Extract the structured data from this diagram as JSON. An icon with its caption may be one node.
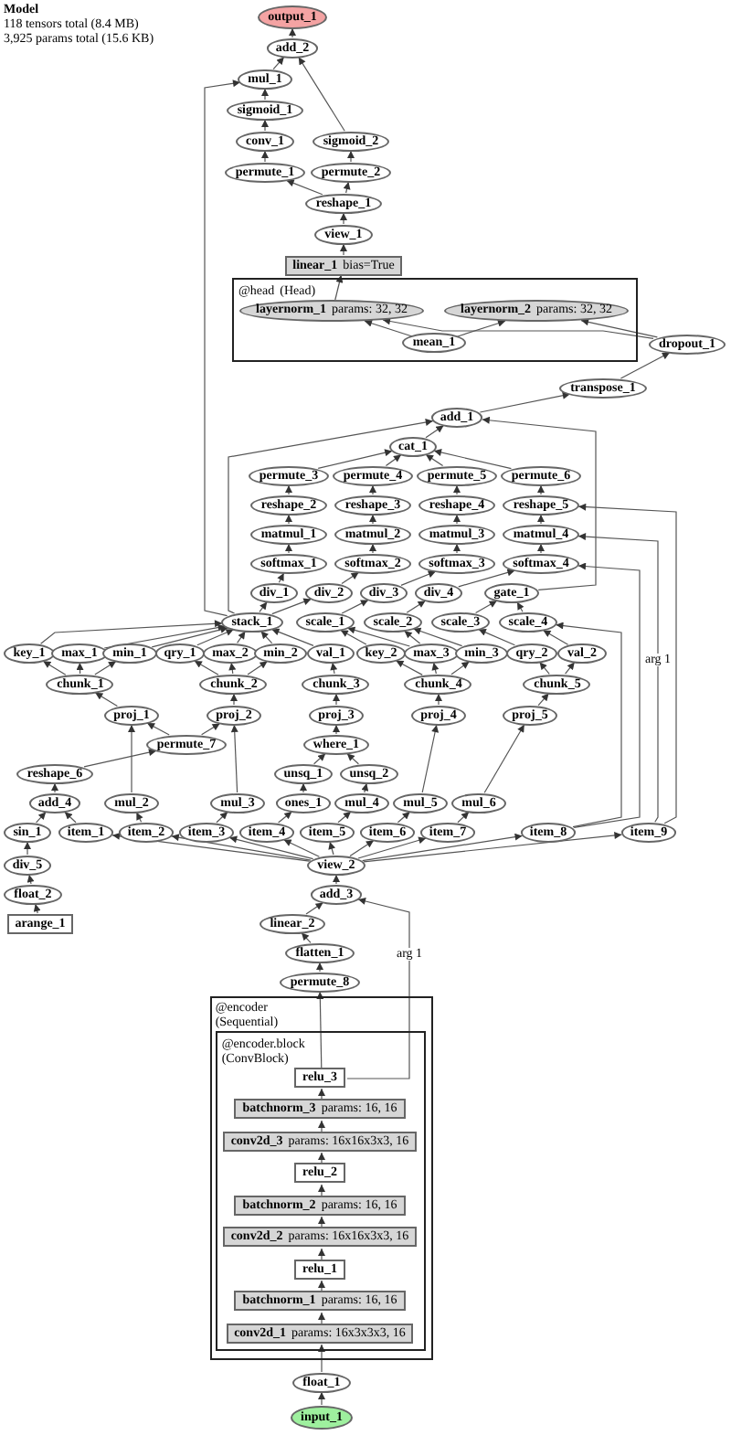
{
  "diagram": {
    "title": "Model",
    "labels": [
      "118 tensors total (8.4 MB)",
      "3,925 params total (15.6 KB)"
    ],
    "nodes": [
      {
        "text": [
          "output_1"
        ]
      },
      {
        "text": [
          "add_2"
        ]
      },
      {
        "text": [
          "mul_1"
        ]
      },
      {
        "text": [
          "sigmoid_1"
        ]
      },
      {
        "text": [
          "conv_1"
        ]
      },
      {
        "text": [
          "permute_1"
        ]
      },
      {
        "text": [
          "sigmoid_2"
        ]
      },
      {
        "text": [
          "permute_2"
        ]
      },
      {
        "text": [
          "reshape_1"
        ]
      },
      {
        "text": [
          "view_1"
        ]
      },
      {
        "text": [
          "linear_1",
          "bias=True"
        ]
      },
      {
        "text": [
          "@head",
          "(Head)"
        ]
      },
      {
        "text": [
          "layernorm_1",
          "params: 32, 32"
        ],
        "in": 11
      },
      {
        "text": [
          "layernorm_2",
          "params: 32, 32"
        ],
        "in": 11
      },
      {
        "text": [
          "mean_1"
        ],
        "in": 11
      },
      {
        "text": [
          "dropout_1"
        ]
      },
      {
        "text": [
          "transpose_1"
        ]
      },
      {
        "text": [
          "add_1"
        ]
      },
      {
        "text": [
          "cat_1"
        ]
      },
      {
        "text": [
          "permute_3"
        ]
      },
      {
        "text": [
          "permute_4"
        ]
      },
      {
        "text": [
          "permute_5"
        ]
      },
      {
        "text": [
          "permute_6"
        ]
      },
      {
        "text": [
          "reshape_2"
        ]
      },
      {
        "text": [
          "reshape_3"
        ]
      },
      {
        "text": [
          "reshape_4"
        ]
      },
      {
        "text": [
          "reshape_5"
        ]
      },
      {
        "text": [
          "matmul_1"
        ]
      },
      {
        "text": [
          "matmul_2"
        ]
      },
      {
        "text": [
          "matmul_3"
        ]
      },
      {
        "text": [
          "matmul_4"
        ]
      },
      {
        "text": [
          "softmax_1"
        ]
      },
      {
        "text": [
          "softmax_2"
        ]
      },
      {
        "text": [
          "softmax_3"
        ]
      },
      {
        "text": [
          "softmax_4"
        ]
      },
      {
        "text": [
          "div_1"
        ]
      },
      {
        "text": [
          "div_2"
        ]
      },
      {
        "text": [
          "div_3"
        ]
      },
      {
        "text": [
          "div_4"
        ]
      },
      {
        "text": [
          "gate_1"
        ]
      },
      {
        "text": [
          "stack_1"
        ]
      },
      {
        "text": [
          "scale_1"
        ]
      },
      {
        "text": [
          "scale_2"
        ]
      },
      {
        "text": [
          "scale_3"
        ]
      },
      {
        "text": [
          "scale_4"
        ]
      },
      {
        "text": [
          "key_1"
        ]
      },
      {
        "text": [
          "max_1"
        ]
      },
      {
        "text": [
          "min_1"
        ]
      },
      {
        "text": [
          "qry_1"
        ]
      },
      {
        "text": [
          "max_2"
        ]
      },
      {
        "text": [
          "min_2"
        ]
      },
      {
        "text": [
          "val_1"
        ]
      },
      {
        "text": [
          "key_2"
        ]
      },
      {
        "text": [
          "max_3"
        ]
      },
      {
        "text": [
          "min_3"
        ]
      },
      {
        "text": [
          "qry_2"
        ]
      },
      {
        "text": [
          "val_2"
        ]
      },
      {
        "text": [
          "chunk_1"
        ]
      },
      {
        "text": [
          "chunk_2"
        ]
      },
      {
        "text": [
          "chunk_3"
        ]
      },
      {
        "text": [
          "chunk_4"
        ]
      },
      {
        "text": [
          "chunk_5"
        ]
      },
      {
        "text": [
          "proj_1"
        ]
      },
      {
        "text": [
          "proj_2"
        ]
      },
      {
        "text": [
          "proj_3"
        ]
      },
      {
        "text": [
          "proj_4"
        ]
      },
      {
        "text": [
          "proj_5"
        ]
      },
      {
        "text": [
          "permute_7"
        ]
      },
      {
        "text": [
          "where_1"
        ]
      },
      {
        "text": [
          "reshape_6"
        ]
      },
      {
        "text": [
          "unsq_1"
        ]
      },
      {
        "text": [
          "unsq_2"
        ]
      },
      {
        "text": [
          "add_4"
        ]
      },
      {
        "text": [
          "mul_2"
        ]
      },
      {
        "text": [
          "mul_3"
        ]
      },
      {
        "text": [
          "ones_1"
        ]
      },
      {
        "text": [
          "mul_4"
        ]
      },
      {
        "text": [
          "mul_5"
        ]
      },
      {
        "text": [
          "mul_6"
        ]
      },
      {
        "text": [
          "sin_1"
        ]
      },
      {
        "text": [
          "item_1"
        ]
      },
      {
        "text": [
          "item_2"
        ]
      },
      {
        "text": [
          "item_3"
        ]
      },
      {
        "text": [
          "item_4"
        ]
      },
      {
        "text": [
          "item_5"
        ]
      },
      {
        "text": [
          "item_6"
        ]
      },
      {
        "text": [
          "item_7"
        ]
      },
      {
        "text": [
          "item_8"
        ]
      },
      {
        "text": [
          "item_9"
        ]
      },
      {
        "text": [
          "view_2"
        ]
      },
      {
        "text": [
          "div_5"
        ]
      },
      {
        "text": [
          "float_2"
        ]
      },
      {
        "text": [
          "arange_1"
        ]
      },
      {
        "text": [
          "add_3"
        ]
      },
      {
        "text": [
          "linear_2"
        ]
      },
      {
        "text": [
          "flatten_1"
        ]
      },
      {
        "text": [
          "permute_8"
        ]
      },
      {
        "text": [
          "@encoder",
          "(Sequential)"
        ]
      },
      {
        "text": [
          "@encoder.block",
          "(ConvBlock)"
        ],
        "in": 97
      },
      {
        "text": [
          "relu_3"
        ],
        "in": 98
      },
      {
        "text": [
          "batchnorm_3",
          "params: 16, 16"
        ],
        "in": 98
      },
      {
        "text": [
          "conv2d_3",
          "params: 16x16x3x3, 16"
        ],
        "in": 98
      },
      {
        "text": [
          "relu_2"
        ],
        "in": 98
      },
      {
        "text": [
          "batchnorm_2",
          "params: 16, 16"
        ],
        "in": 98
      },
      {
        "text": [
          "conv2d_2",
          "params: 16x16x3x3, 16"
        ],
        "in": 98
      },
      {
        "text": [
          "relu_1"
        ],
        "in": 98
      },
      {
        "text": [
          "batchnorm_1",
          "params: 16, 16"
        ],
        "in": 98
      },
      {
        "text": [
          "conv2d_1",
          "params: 16x3x3x3, 16"
        ],
        "in": 98
      },
      {
        "text": [
          "float_1"
        ]
      },
      {
        "text": [
          "input_1"
        ]
      }
    ],
    "edges": [
      {
        "from": 1,
        "to": 0,
        "arrow": "to"
      },
      {
        "from": 2,
        "to": 1,
        "arrow": "to"
      },
      {
        "from": 6,
        "to": 1,
        "arrow": "to"
      },
      {
        "from": 3,
        "to": 2,
        "arrow": "to"
      },
      {
        "from": 40,
        "to": 2,
        "arrow": "to"
      },
      {
        "from": 4,
        "to": 3,
        "arrow": "to"
      },
      {
        "from": 5,
        "to": 4,
        "arrow": "to"
      },
      {
        "from": 7,
        "to": 6,
        "arrow": "to"
      },
      {
        "from": 8,
        "to": 7,
        "arrow": "to"
      },
      {
        "from": 8,
        "to": 5,
        "arrow": "to"
      },
      {
        "from": 9,
        "to": 8,
        "arrow": "to"
      },
      {
        "from": 10,
        "to": 9,
        "arrow": "to"
      },
      {
        "from": 12,
        "to": 10,
        "arrow": "to"
      },
      {
        "from": 14,
        "to": 12,
        "arrow": "to"
      },
      {
        "from": 15,
        "to": 12,
        "arrow": "to"
      },
      {
        "from": 14,
        "to": 13,
        "arrow": "to"
      },
      {
        "from": 15,
        "to": 13,
        "arrow": "to"
      },
      {
        "from": 16,
        "to": 15,
        "arrow": "to"
      },
      {
        "from": 17,
        "to": 16,
        "arrow": "to"
      },
      {
        "from": 18,
        "to": 17,
        "arrow": "to"
      },
      {
        "from": 40,
        "to": 17,
        "arrow": "to"
      },
      {
        "from": 39,
        "to": 17,
        "arrow": "to"
      },
      {
        "from": 19,
        "to": 18,
        "arrow": "to"
      },
      {
        "from": 20,
        "to": 18,
        "arrow": "to"
      },
      {
        "from": 21,
        "to": 18,
        "arrow": "to"
      },
      {
        "from": 22,
        "to": 18,
        "arrow": "to"
      },
      {
        "from": 23,
        "to": 19,
        "arrow": "to"
      },
      {
        "from": 24,
        "to": 20,
        "arrow": "to"
      },
      {
        "from": 25,
        "to": 21,
        "arrow": "to"
      },
      {
        "from": 26,
        "to": 22,
        "arrow": "to"
      },
      {
        "from": 27,
        "to": 23,
        "arrow": "to"
      },
      {
        "from": 28,
        "to": 24,
        "arrow": "to"
      },
      {
        "from": 29,
        "to": 25,
        "arrow": "to"
      },
      {
        "from": 30,
        "to": 26,
        "arrow": "to"
      },
      {
        "from": 31,
        "to": 27,
        "arrow": "to"
      },
      {
        "from": 32,
        "to": 28,
        "arrow": "to"
      },
      {
        "from": 33,
        "to": 29,
        "arrow": "to"
      },
      {
        "from": 34,
        "to": 30,
        "arrow": "to"
      },
      {
        "from": 35,
        "to": 31,
        "arrow": "to"
      },
      {
        "from": 36,
        "to": 32,
        "arrow": "to"
      },
      {
        "from": 37,
        "to": 33,
        "arrow": "to"
      },
      {
        "from": 38,
        "to": 34,
        "arrow": "to"
      },
      {
        "from": 40,
        "to": 35,
        "arrow": "to"
      },
      {
        "from": 40,
        "to": 36,
        "arrow": "to"
      },
      {
        "from": 41,
        "to": 37,
        "arrow": "to"
      },
      {
        "from": 42,
        "to": 38,
        "arrow": "to"
      },
      {
        "from": 43,
        "to": 39,
        "arrow": "to"
      },
      {
        "from": 44,
        "to": 39,
        "arrow": "to"
      },
      {
        "from": 45,
        "to": 40,
        "arrow": "to"
      },
      {
        "from": 46,
        "to": 40,
        "arrow": "to"
      },
      {
        "from": 47,
        "to": 40,
        "arrow": "to"
      },
      {
        "from": 48,
        "to": 40,
        "arrow": "to"
      },
      {
        "from": 49,
        "to": 40,
        "arrow": "to"
      },
      {
        "from": 50,
        "to": 40,
        "arrow": "to"
      },
      {
        "from": 51,
        "to": 40,
        "arrow": "to"
      },
      {
        "from": 52,
        "to": 41,
        "arrow": "to"
      },
      {
        "from": 53,
        "to": 41,
        "arrow": "to"
      },
      {
        "from": 53,
        "to": 42,
        "arrow": "to"
      },
      {
        "from": 54,
        "to": 42,
        "arrow": "to"
      },
      {
        "from": 55,
        "to": 43,
        "arrow": "to"
      },
      {
        "from": 56,
        "to": 44,
        "arrow": "to"
      },
      {
        "from": 57,
        "to": 45,
        "arrow": "to"
      },
      {
        "from": 57,
        "to": 46,
        "arrow": "to"
      },
      {
        "from": 57,
        "to": 47,
        "arrow": "to"
      },
      {
        "from": 58,
        "to": 48,
        "arrow": "to"
      },
      {
        "from": 58,
        "to": 49,
        "arrow": "to"
      },
      {
        "from": 58,
        "to": 50,
        "arrow": "to"
      },
      {
        "from": 59,
        "to": 51,
        "arrow": "to"
      },
      {
        "from": 60,
        "to": 52,
        "arrow": "to"
      },
      {
        "from": 60,
        "to": 53,
        "arrow": "to"
      },
      {
        "from": 60,
        "to": 54,
        "arrow": "to"
      },
      {
        "from": 61,
        "to": 55,
        "arrow": "to"
      },
      {
        "from": 61,
        "to": 56,
        "arrow": "to"
      },
      {
        "from": 62,
        "to": 57,
        "arrow": "to"
      },
      {
        "from": 63,
        "to": 58,
        "arrow": "to"
      },
      {
        "from": 64,
        "to": 59,
        "arrow": "to"
      },
      {
        "from": 65,
        "to": 60,
        "arrow": "to"
      },
      {
        "from": 66,
        "to": 61,
        "arrow": "to"
      },
      {
        "from": 67,
        "to": 62,
        "arrow": "to"
      },
      {
        "from": 67,
        "to": 63,
        "arrow": "to"
      },
      {
        "from": 68,
        "to": 64,
        "arrow": "to"
      },
      {
        "from": 73,
        "to": 62,
        "arrow": "to"
      },
      {
        "from": 74,
        "to": 63,
        "arrow": "to"
      },
      {
        "from": 77,
        "to": 65,
        "arrow": "to"
      },
      {
        "from": 78,
        "to": 66,
        "arrow": "to"
      },
      {
        "from": 69,
        "to": 67,
        "arrow": "to"
      },
      {
        "from": 70,
        "to": 68,
        "arrow": "to"
      },
      {
        "from": 71,
        "to": 68,
        "arrow": "to"
      },
      {
        "from": 75,
        "to": 70,
        "arrow": "to"
      },
      {
        "from": 76,
        "to": 71,
        "arrow": "to"
      },
      {
        "from": 72,
        "to": 69,
        "arrow": "to"
      },
      {
        "from": 79,
        "to": 72,
        "arrow": "to"
      },
      {
        "from": 80,
        "to": 72,
        "arrow": "to"
      },
      {
        "from": 81,
        "to": 73,
        "arrow": "to"
      },
      {
        "from": 82,
        "to": 74,
        "arrow": "to"
      },
      {
        "from": 83,
        "to": 75,
        "arrow": "to"
      },
      {
        "from": 84,
        "to": 76,
        "arrow": "to"
      },
      {
        "from": 85,
        "to": 77,
        "arrow": "to"
      },
      {
        "from": 86,
        "to": 78,
        "arrow": "to"
      },
      {
        "from": 89,
        "to": 80,
        "arrow": "to"
      },
      {
        "from": 89,
        "to": 81,
        "arrow": "to"
      },
      {
        "from": 89,
        "to": 82,
        "arrow": "to"
      },
      {
        "from": 89,
        "to": 83,
        "arrow": "to"
      },
      {
        "from": 89,
        "to": 84,
        "arrow": "to"
      },
      {
        "from": 89,
        "to": 85,
        "arrow": "to"
      },
      {
        "from": 89,
        "to": 86,
        "arrow": "to"
      },
      {
        "from": 89,
        "to": 87,
        "arrow": "to"
      },
      {
        "from": 89,
        "to": 88,
        "arrow": "to"
      },
      {
        "from": 87,
        "to": 44,
        "arrow": "to"
      },
      {
        "from": 87,
        "to": 34,
        "arrow": "to"
      },
      {
        "from": 88,
        "to": 30,
        "arrow": "to",
        "label": "arg 1"
      },
      {
        "from": 88,
        "to": 26,
        "arrow": "to"
      },
      {
        "from": 90,
        "to": 79,
        "arrow": "to"
      },
      {
        "from": 91,
        "to": 90,
        "arrow": "to"
      },
      {
        "from": 92,
        "to": 91,
        "arrow": "to"
      },
      {
        "from": 93,
        "to": 89,
        "arrow": "to"
      },
      {
        "from": 94,
        "to": 93,
        "arrow": "to"
      },
      {
        "from": 99,
        "to": 93,
        "arrow": "to",
        "label": "arg 1"
      },
      {
        "from": 95,
        "to": 94,
        "arrow": "to"
      },
      {
        "from": 96,
        "to": 95,
        "arrow": "to"
      },
      {
        "from": 99,
        "to": 96,
        "arrow": "to"
      },
      {
        "from": 100,
        "to": 99,
        "arrow": "to"
      },
      {
        "from": 101,
        "to": 100,
        "arrow": "to"
      },
      {
        "from": 102,
        "to": 101,
        "arrow": "to"
      },
      {
        "from": 103,
        "to": 102,
        "arrow": "to"
      },
      {
        "from": 104,
        "to": 103,
        "arrow": "to"
      },
      {
        "from": 105,
        "to": 104,
        "arrow": "to"
      },
      {
        "from": 106,
        "to": 105,
        "arrow": "to"
      },
      {
        "from": 107,
        "to": 106,
        "arrow": "to"
      },
      {
        "from": 108,
        "to": 107,
        "arrow": "to"
      },
      {
        "from": 109,
        "to": 108,
        "arrow": "to"
      }
    ]
  }
}
